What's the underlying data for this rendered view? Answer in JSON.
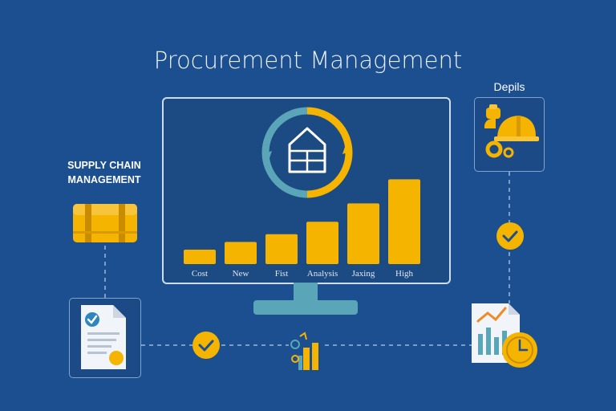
{
  "title": "Procurement Management",
  "left_label_line1": "SUPPLY CHAIN",
  "left_label_line2": "MANAGEMENT",
  "right_label": "Depils",
  "chart_data": {
    "type": "bar",
    "categories": [
      "Cost",
      "New",
      "Fist",
      "Analysis",
      "Jaxing",
      "High"
    ],
    "values": [
      1.5,
      2.3,
      3.1,
      4.4,
      6.3,
      8.8
    ],
    "ylim": [
      0,
      10
    ],
    "xlabel": "",
    "ylabel": "",
    "grid": false,
    "bar_color": "#f5b400"
  },
  "colors": {
    "background": "#1b4f8f",
    "accent_yellow": "#f5b400",
    "teal": "#5aa6b8",
    "line": "#9bb7d8"
  }
}
